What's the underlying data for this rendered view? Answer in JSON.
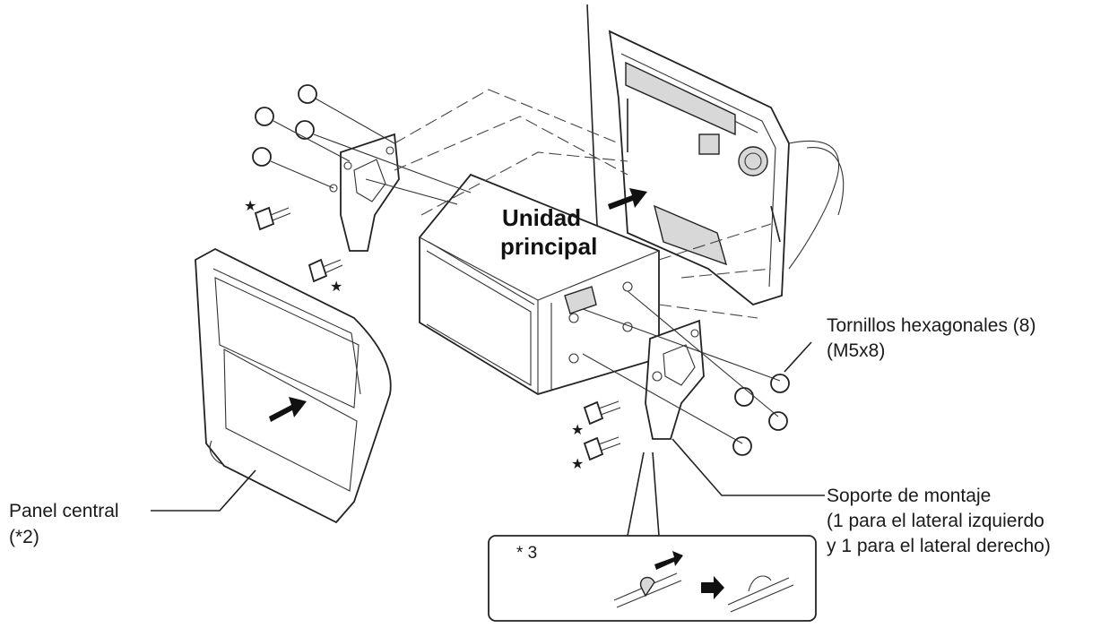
{
  "labels": {
    "unit_line1": "Unidad",
    "unit_line2": "principal",
    "hex_line1": "Tornillos hexagonales (8)",
    "hex_line2": "(M5x8)",
    "panel_line1": "Panel central",
    "panel_line2": "(*2)",
    "bracket_line1": "Soporte de montaje",
    "bracket_line2": "(1 para el lateral izquierdo",
    "bracket_line3": "y 1 para el lateral derecho)",
    "inset_note": "* 3"
  },
  "icons": {
    "star": "star-marker-icon",
    "arrow": "insertion-arrow-icon"
  }
}
